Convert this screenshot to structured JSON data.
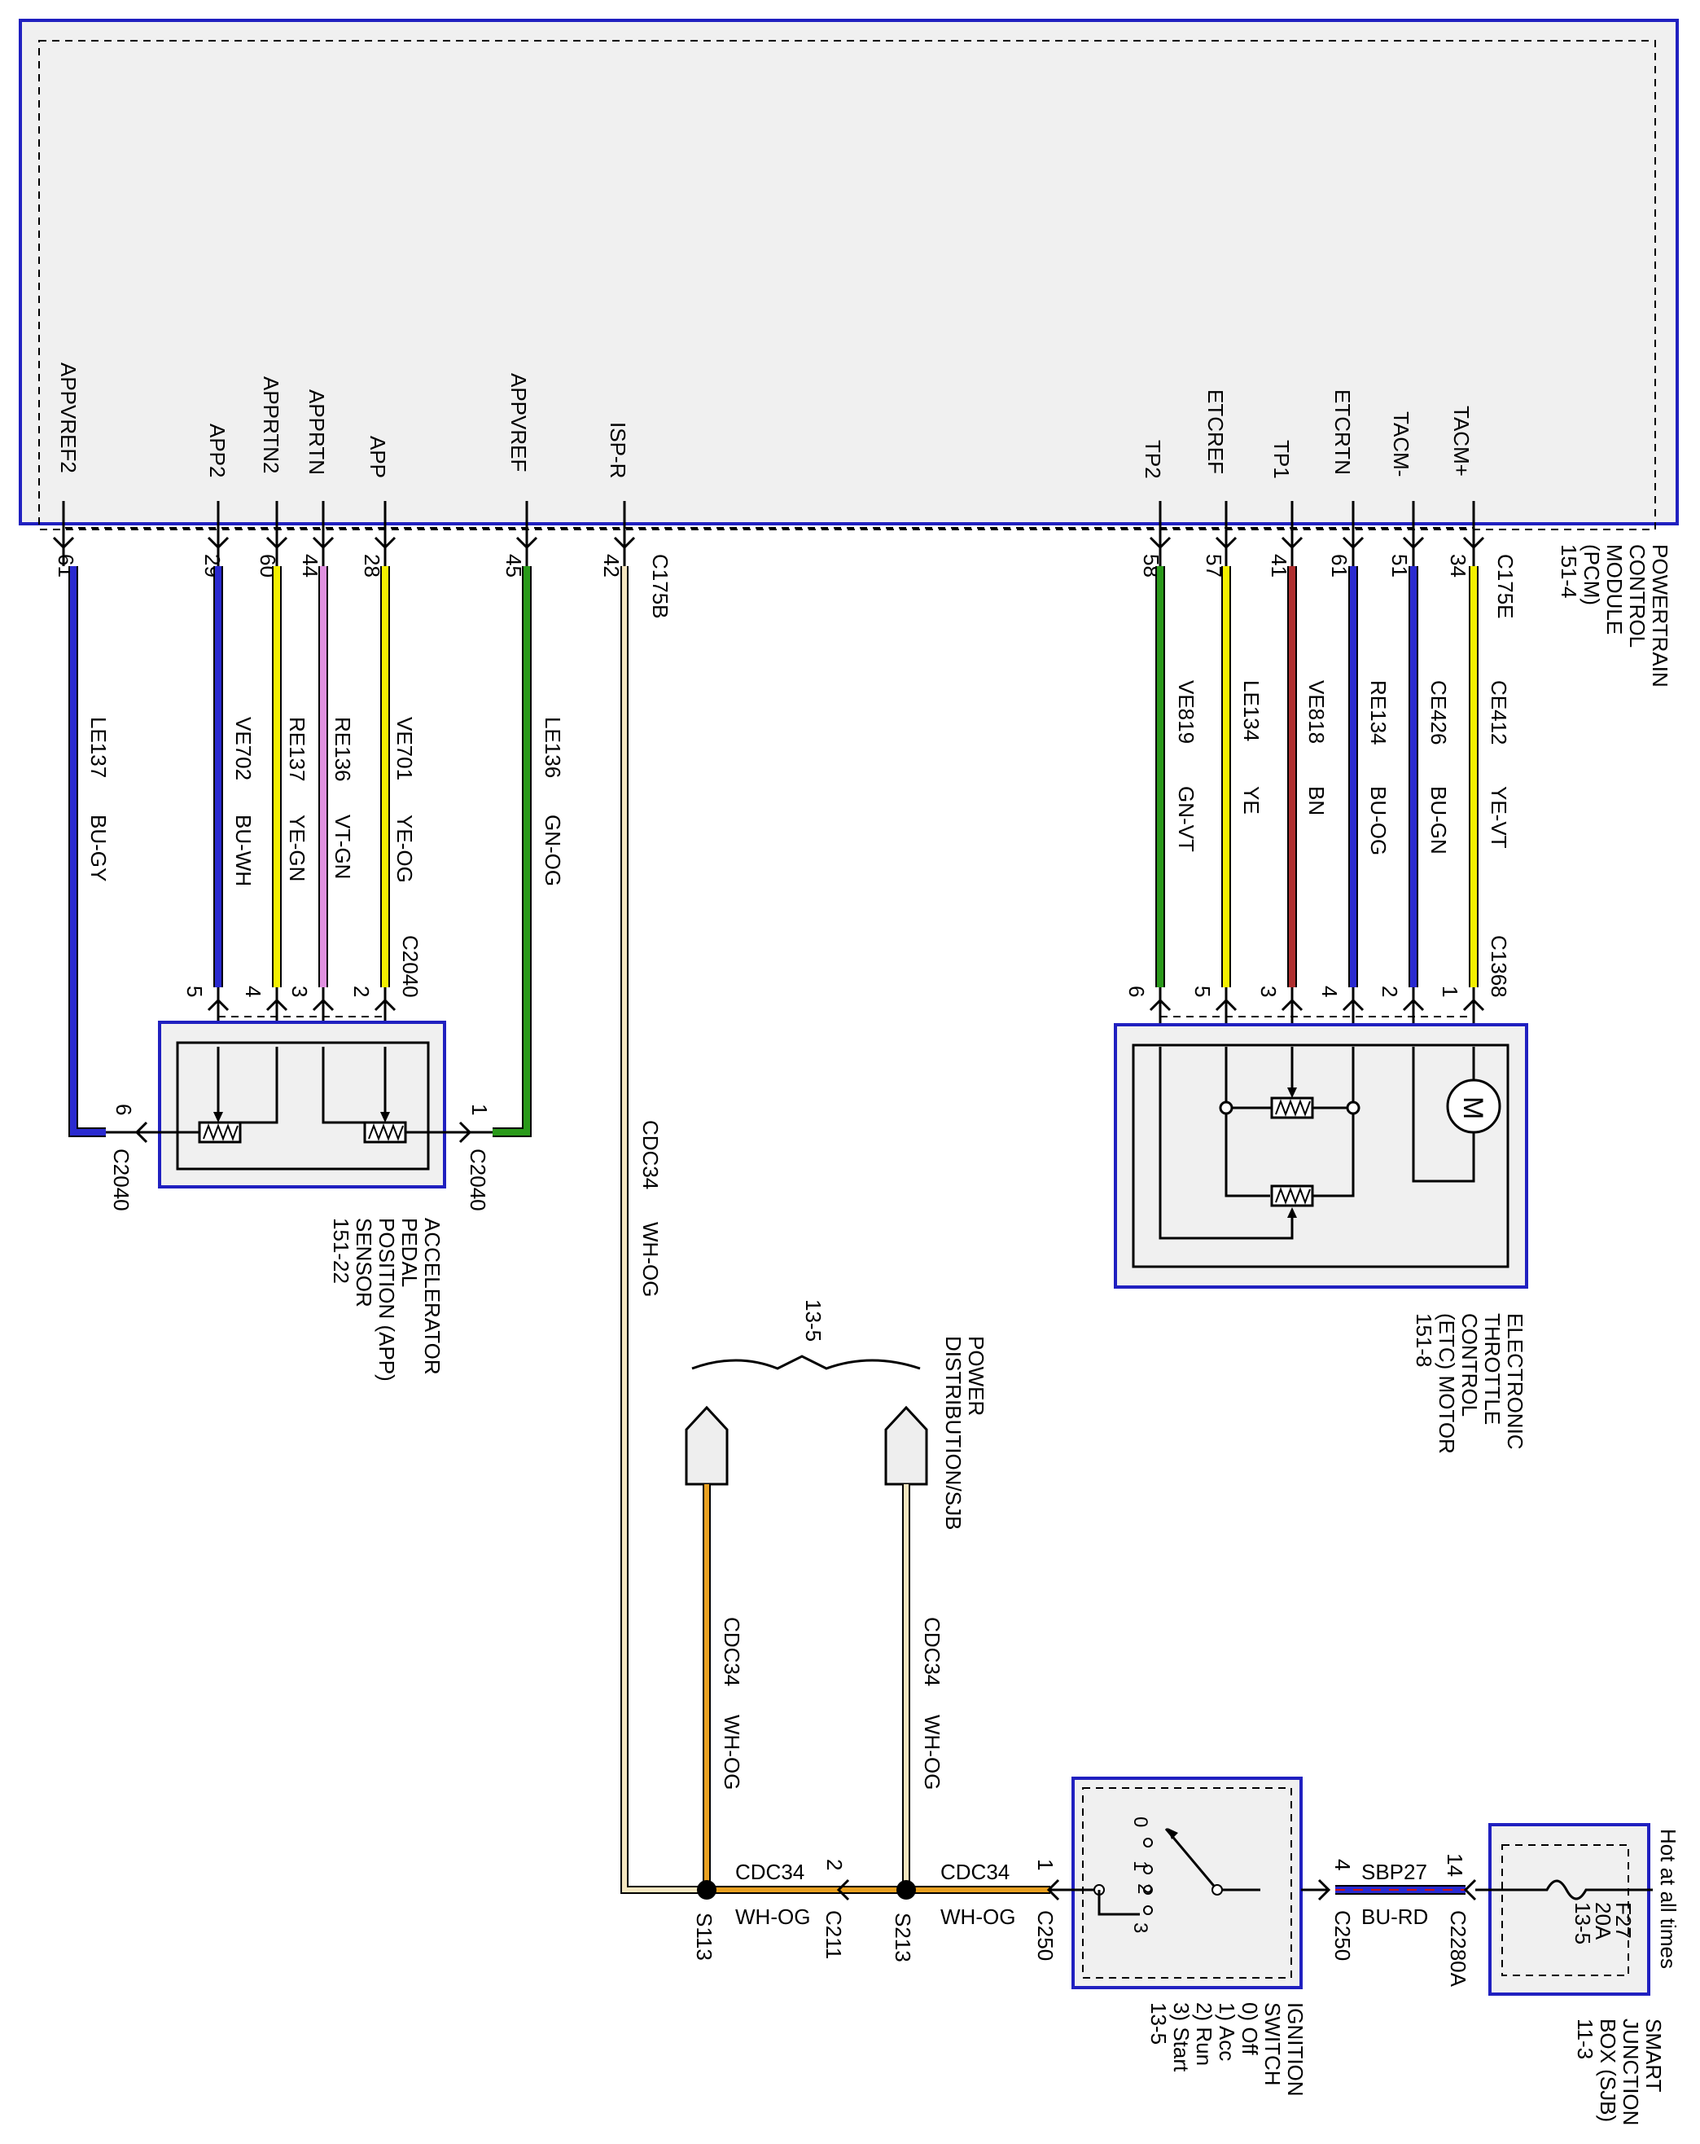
{
  "pcm": {
    "name_lines": [
      "POWERTRAIN",
      "CONTROL",
      "MODULE",
      "(PCM)",
      "151-4"
    ],
    "left_connector": "C175B",
    "right_connector": "C175E",
    "pins_left": [
      {
        "signal": "APPVREF2",
        "pin": "61"
      },
      {
        "signal": "APP2",
        "pin": "29"
      },
      {
        "signal": "APPRTN2",
        "pin": "60"
      },
      {
        "signal": "APPRTN",
        "pin": "44"
      },
      {
        "signal": "APP",
        "pin": "28"
      },
      {
        "signal": "APPVREF",
        "pin": "45"
      },
      {
        "signal": "ISP-R",
        "pin": "42"
      }
    ],
    "pins_right": [
      {
        "signal": "TP2",
        "pin": "58"
      },
      {
        "signal": "ETCREF",
        "pin": "57"
      },
      {
        "signal": "TP1",
        "pin": "41"
      },
      {
        "signal": "ETCRTN",
        "pin": "61"
      },
      {
        "signal": "TACM-",
        "pin": "51"
      },
      {
        "signal": "TACM+",
        "pin": "34"
      }
    ]
  },
  "app_wires": [
    {
      "circuit": "LE137",
      "color": "BU-GY"
    },
    {
      "circuit": "VE702",
      "color": "BU-WH"
    },
    {
      "circuit": "RE137",
      "color": "YE-GN"
    },
    {
      "circuit": "RE136",
      "color": "VT-GN"
    },
    {
      "circuit": "VE701",
      "color": "YE-OG"
    },
    {
      "circuit": "LE136",
      "color": "GN-OG"
    }
  ],
  "app_sensor": {
    "name_lines": [
      "ACCELERATOR",
      "PEDAL",
      "POSITION (APP)",
      "SENSOR",
      "151-22"
    ],
    "connector": "C2040",
    "pins_top": [
      "5",
      "4",
      "3",
      "2"
    ],
    "pin_left": "6",
    "pin_right": "1",
    "left_connector": "C2040",
    "right_connector": "C2040"
  },
  "etc_wires": [
    {
      "circuit": "VE819",
      "color": "GN-VT"
    },
    {
      "circuit": "LE134",
      "color": "YE"
    },
    {
      "circuit": "VE818",
      "color": "BN"
    },
    {
      "circuit": "RE134",
      "color": "BU-OG"
    },
    {
      "circuit": "CE426",
      "color": "BU-GN"
    },
    {
      "circuit": "CE412",
      "color": "YE-VT"
    }
  ],
  "etc_motor": {
    "name_lines": [
      "ELECTRONIC",
      "THROTTLE",
      "CONTROL",
      "(ETC) MOTOR",
      "151-8"
    ],
    "connector": "C1368",
    "pins": [
      "6",
      "5",
      "3",
      "4",
      "2",
      "1"
    ],
    "motor_symbol": "M"
  },
  "isp_wire": {
    "circuit": "CDC34",
    "color": "WH-OG"
  },
  "power_distribution": {
    "name_lines": [
      "POWER",
      "DISTRIBUTION/SJB"
    ],
    "ref": "13-5",
    "wire1": {
      "circuit": "CDC34",
      "color": "WH-OG"
    },
    "wire2": {
      "circuit": "CDC34",
      "color": "WH-OG"
    }
  },
  "bottom": {
    "splice1": "S113",
    "splice2": "S213",
    "c211_pin": "2",
    "c211": "C211",
    "seg1": {
      "circuit": "CDC34",
      "color": "WH-OG"
    },
    "seg2": {
      "circuit": "CDC34",
      "color": "WH-OG"
    },
    "c250_pin1": "1",
    "c250_pin4": "4",
    "c250": "C250",
    "seg3": {
      "circuit": "SBP27",
      "color": "BU-RD"
    },
    "c2280a_pin": "14",
    "c2280a": "C2280A"
  },
  "ignition_switch": {
    "name_lines": [
      "IGNITION",
      "SWITCH",
      "0) Off",
      "1) Acc",
      "2) Run",
      "3) Start",
      "13-5"
    ],
    "positions": [
      "0",
      "1",
      "2",
      "3"
    ]
  },
  "sjb": {
    "name_lines": [
      "SMART",
      "JUNCTION",
      "BOX (SJB)",
      "11-3"
    ],
    "fuse_lines": [
      "F27",
      "20A",
      "13-5"
    ],
    "hot_label": "Hot at all times"
  },
  "colors": {
    "module_border": "#2020c0",
    "module_fill": "#f0f0f0",
    "blue": "#2a2ad0",
    "yellow": "#f4f000",
    "pink": "#e090e0",
    "green": "#2a9a1a",
    "brown": "#b03030",
    "orange": "#e8a020",
    "red": "#d01010"
  }
}
